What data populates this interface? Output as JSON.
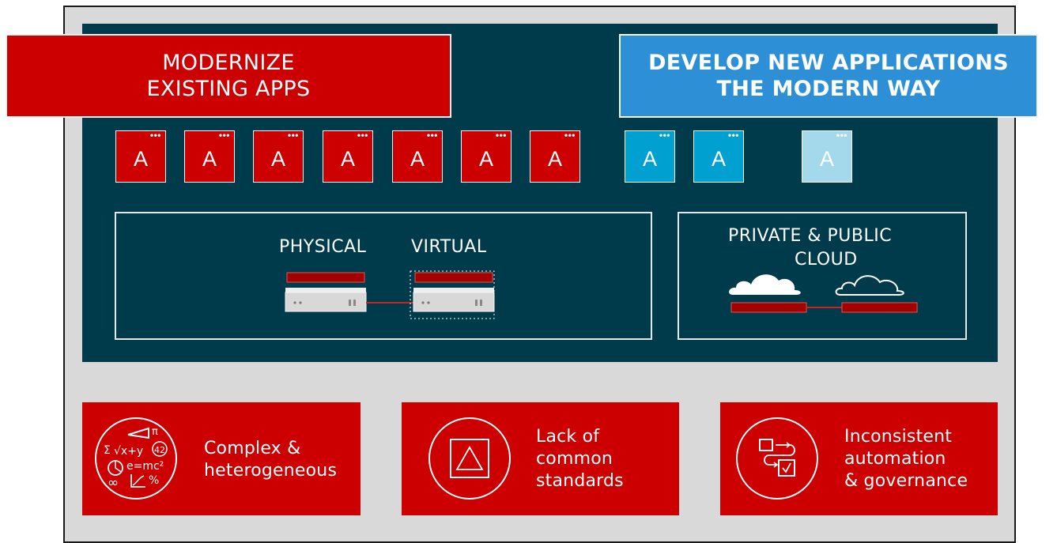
{
  "banners": {
    "modernize": "MODERNIZE\nEXISTING APPS",
    "develop": "DEVELOP NEW APPLICATIONS\nTHE MODERN WAY"
  },
  "apps": [
    {
      "letter": "A",
      "dots": "•••",
      "color": "#cc0000"
    },
    {
      "letter": "A",
      "dots": "•••",
      "color": "#cc0000"
    },
    {
      "letter": "A",
      "dots": "•••",
      "color": "#cc0000"
    },
    {
      "letter": "A",
      "dots": "•••",
      "color": "#cc0000"
    },
    {
      "letter": "A",
      "dots": "•••",
      "color": "#cc0000"
    },
    {
      "letter": "A",
      "dots": "•••",
      "color": "#cc0000"
    },
    {
      "letter": "A",
      "dots": "•••",
      "color": "#cc0000"
    },
    {
      "letter": "A",
      "dots": "•••",
      "color": "#00a0d0"
    },
    {
      "letter": "A",
      "dots": "•••",
      "color": "#00a0d0"
    },
    {
      "letter": "A",
      "dots": "•••",
      "color": "#a3d9ea"
    }
  ],
  "infra": {
    "physical": "PHYSICAL",
    "virtual": "VIRTUAL",
    "cloud_line1": "PRIVATE & PUBLIC",
    "cloud_line2": "CLOUD"
  },
  "challenges": [
    {
      "text": "Complex &\nheterogeneous",
      "icon": "math-formulas-icon"
    },
    {
      "text": "Lack of\ncommon\nstandards",
      "icon": "triangle-in-square-icon"
    },
    {
      "text": "Inconsistent\nautomation\n& governance",
      "icon": "workflow-checkbox-icon"
    }
  ],
  "icon_text": {
    "pi": "π",
    "sigma": "Σ",
    "sqrt": "√x+y",
    "forty_two": "42",
    "emc": "e=mc²",
    "infinity": "∞",
    "percent": "%"
  },
  "colors": {
    "red": "#cc0000",
    "teal": "#003b4c",
    "blue_banner": "#2d8fd6",
    "blue_app": "#00a0d0",
    "light_blue_app": "#a3d9ea",
    "gray": "#d9d9d9"
  }
}
